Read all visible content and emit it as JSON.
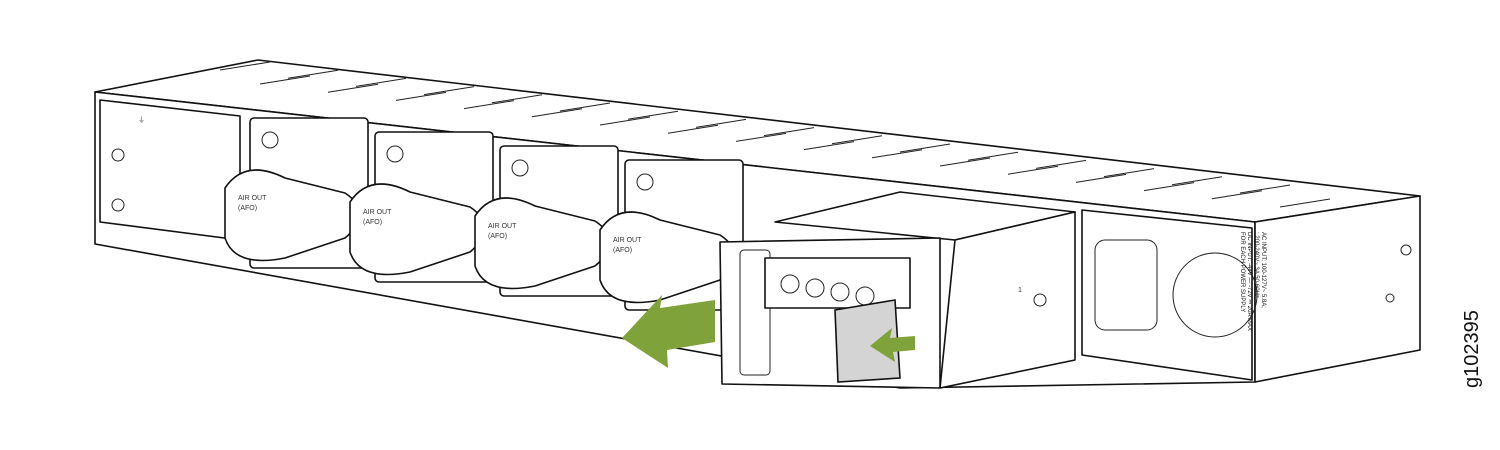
{
  "figure_id": "g102395",
  "fan_modules": [
    {
      "label_line1": "AIR OUT",
      "label_line2": "(AFO)"
    },
    {
      "label_line1": "AIR OUT",
      "label_line2": "(AFO)"
    },
    {
      "label_line1": "AIR OUT",
      "label_line2": "(AFO)"
    },
    {
      "label_line1": "AIR OUT",
      "label_line2": "(AFO)"
    }
  ],
  "psu_label": {
    "line1": "AC INPUT: 100-127V~ 5.8A;",
    "line2": ": 200-240V~ 3A 50-60Hz",
    "line3": "DC INPUT: -44V — -72V ⎓ 20A MAX",
    "line4": "FOR EACH POWER SUPPLY"
  },
  "slot_number": "1",
  "colors": {
    "arrow": "#7fa23a",
    "cover": "#d4d4d4",
    "line": "#111111"
  }
}
